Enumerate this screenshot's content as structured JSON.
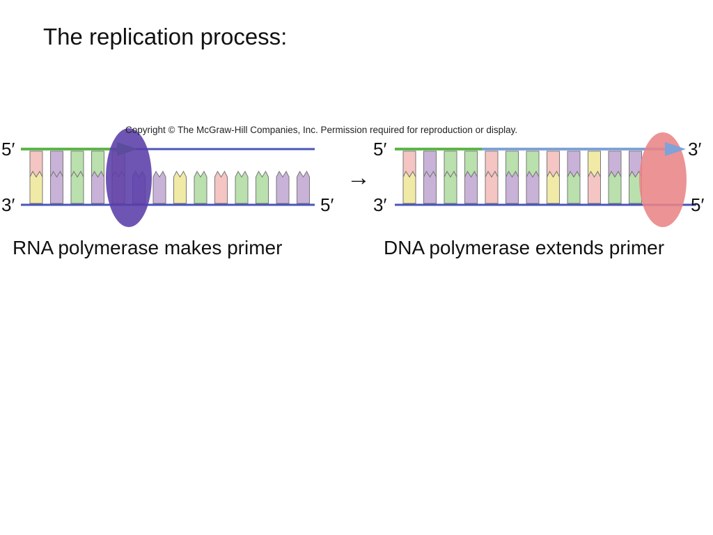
{
  "slide": {
    "title": "The replication process:"
  },
  "figure": {
    "copyright": "Copyright © The McGraw-Hill Companies, Inc. Permission required for reproduction or display.",
    "arrow_glyph": "→",
    "colors": {
      "template_strand": "#4a56b8",
      "rna_primer": "#5cb548",
      "dna_extension": "#7fa2d8",
      "rna_polymerase": "#5b3ea8",
      "dna_polymerase": "#e98486",
      "base_green": "#b9e0ad",
      "base_purple": "#c9b2d8",
      "base_pink": "#f4c5c2",
      "base_yellow": "#f1eaa6",
      "base_outline": "#777777"
    },
    "left_panel": {
      "top_strand_5_label": "5′",
      "bottom_strand_3_label": "3′",
      "bottom_strand_5_label": "5′",
      "caption": "RNA polymerase makes primer",
      "top_bases": [
        "pink",
        "purple",
        "green",
        "green",
        "pink"
      ],
      "bottom_bases": [
        "yellow",
        "purple",
        "green",
        "purple",
        "pink",
        "purple",
        "purple",
        "yellow",
        "green",
        "pink",
        "green",
        "green",
        "purple",
        "purple"
      ]
    },
    "right_panel": {
      "top_strand_5_label": "5′",
      "top_strand_3_label": "3′",
      "bottom_strand_3_label": "3′",
      "bottom_strand_5_label": "5′",
      "caption": "DNA polymerase extends primer",
      "top_bases": [
        "pink",
        "purple",
        "green",
        "green",
        "pink",
        "green",
        "green",
        "pink",
        "purple",
        "yellow",
        "purple",
        "purple"
      ],
      "bottom_bases": [
        "yellow",
        "purple",
        "green",
        "purple",
        "pink",
        "purple",
        "purple",
        "yellow",
        "green",
        "pink",
        "green",
        "green"
      ]
    }
  }
}
